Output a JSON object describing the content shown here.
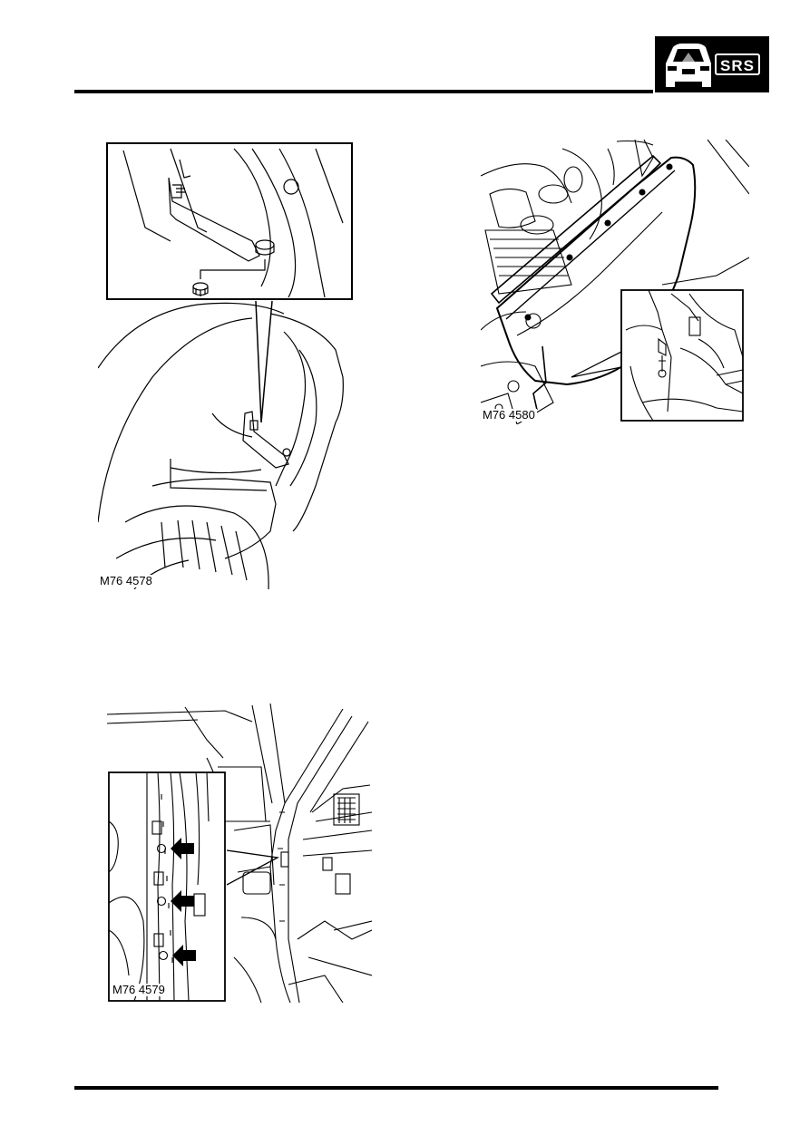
{
  "header": {
    "badge": {
      "icon": "car-front-icon",
      "label": "SRS"
    }
  },
  "figures": [
    {
      "id": "fig-a",
      "label": "M76 4578"
    },
    {
      "id": "fig-b",
      "label": "M76 4580"
    },
    {
      "id": "fig-c",
      "label": "M76 4579"
    }
  ]
}
